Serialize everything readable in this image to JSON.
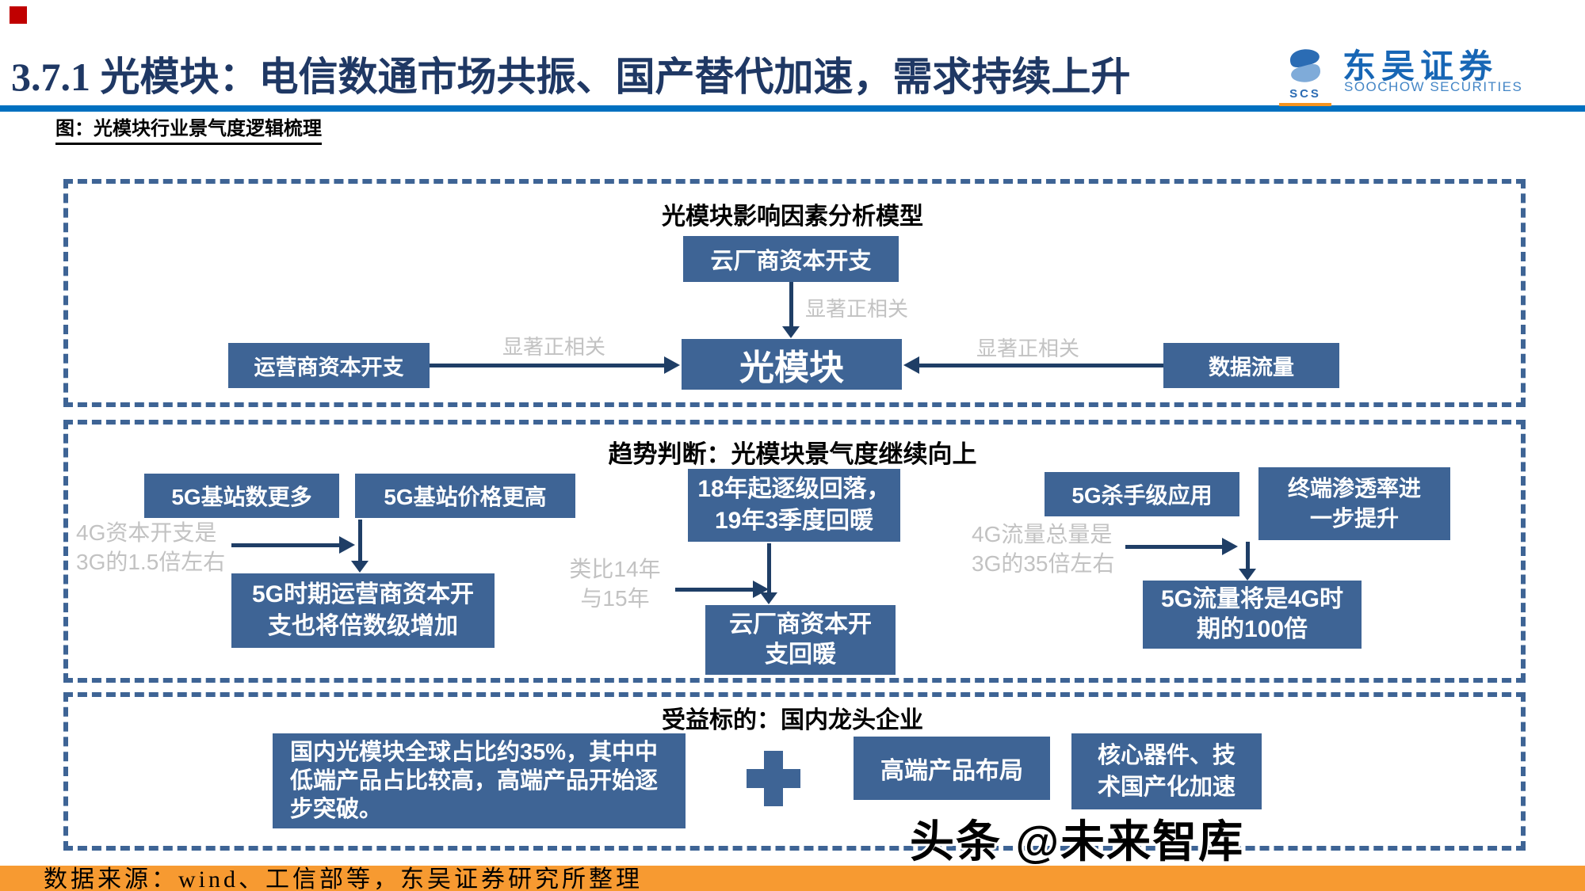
{
  "colors": {
    "title_navy": "#1F3864",
    "rule_blue": "#0070C0",
    "node_blue": "#3E6495",
    "arrow_navy": "#1F3E66",
    "gray_label": "#C2C2C2",
    "footer_orange": "#F79A31",
    "marker_red": "#C00000"
  },
  "header": {
    "section_number": "3.7.1",
    "title": "光模块：电信数通市场共振、国产替代加速，需求持续上升",
    "figure_caption": "图：光模块行业景气度逻辑梳理",
    "logo": {
      "mark_text": "SCS",
      "name_cn": "东吴证券",
      "name_en": "SOOCHOW SECURITIES"
    }
  },
  "model": {
    "title": "光模块影响因素分析模型",
    "cloud_capex": "云厂商资本开支",
    "optical_module": "光模块",
    "operator_capex": "运营商资本开支",
    "data_traffic": "数据流量",
    "label_top": "显著正相关",
    "label_left": "显著正相关",
    "label_right": "显著正相关"
  },
  "trend": {
    "title": "趋势判断：光模块景气度继续向上",
    "left": {
      "box1": "5G基站数更多",
      "box2": "5G基站价格更高",
      "note": "4G资本开支是\n3G的1.5倍左右",
      "result": "5G时期运营商资本开\n支也将倍数级增加"
    },
    "center": {
      "box1": "18年起逐级回落，\n19年3季度回暖",
      "note": "类比14年\n与15年",
      "result": "云厂商资本开\n支回暖"
    },
    "right": {
      "box1": "5G杀手级应用",
      "box2": "终端渗透率进\n一步提升",
      "note": "4G流量总量是\n3G的35倍左右",
      "result": "5G流量将是4G时\n期的100倍"
    }
  },
  "benefit": {
    "title": "受益标的：国内龙头企业",
    "summary": "国内光模块全球占比约35%，其中中\n低端产品占比较高，高端产品开始逐\n步突破。",
    "box1": "高端产品布局",
    "box2": "核心器件、技\n术国产化加速"
  },
  "footer": {
    "source": "数据来源：wind、工信部等，东吴证券研究所整理"
  },
  "watermark": "头条 @未来智库"
}
